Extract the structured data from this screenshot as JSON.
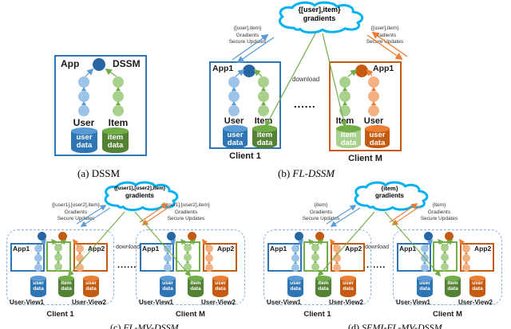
{
  "palette": {
    "blue_border": "#2E75B6",
    "blue_light": "#9DC3E6",
    "blue_junction": "#2666A5",
    "green_border": "#70AD47",
    "green_light": "#A9D18E",
    "green_dark": "#548235",
    "orange_border": "#C55A11",
    "orange_light": "#F4B183",
    "cloud_stroke": "#00B0F0",
    "arrow_blue": "#5B9BD5",
    "arrow_orange": "#ED7D31",
    "arrow_green": "#70AD47",
    "dashed_border": "#8FAADC"
  },
  "panel_a": {
    "caption_prefix": "(a)",
    "caption_name": "DSSM",
    "app": "App",
    "model": "DSSM",
    "left_label": "User",
    "right_label": "Item",
    "left_data": "user data",
    "right_data": "item data"
  },
  "panel_b": {
    "caption_prefix": "(b)",
    "caption_name": "FL-DSSM",
    "cloud": {
      "line1": "{[user],item}",
      "line2": "gradients"
    },
    "left_link": [
      "{[user],item}",
      "Gradients",
      "Secure Updates"
    ],
    "right_link": [
      "{[user],item}",
      "Gradients",
      "Secure Updates"
    ],
    "download": "download",
    "dots": "......",
    "client1": {
      "app": "App1",
      "left_label": "User",
      "right_label": "Item",
      "left_data": "user data",
      "right_data": "item data",
      "caption": "Client 1"
    },
    "clientM": {
      "app": "App1",
      "left_label": "Item",
      "right_label": "User",
      "left_data": "item data",
      "right_data": "user data",
      "caption": "Client M"
    }
  },
  "panel_c": {
    "caption_prefix": "(c)",
    "caption_name": "FL-MV-DSSM",
    "cloud": {
      "line1": "{[user1],[user2],item}",
      "line2": "gradients"
    },
    "left_link": [
      "{[user1],[user2],item}",
      "Gradients",
      "Secure Updates"
    ],
    "right_link": [
      "{[user1],[user2],item}",
      "Gradients",
      "Secure Updates"
    ],
    "download": "download",
    "dots": "......",
    "client1": {
      "app1": "App1",
      "app2": "App2",
      "data1": "user data",
      "data2": "item data",
      "data3": "user data",
      "view1": "User-View1",
      "view2": "User-View2",
      "caption": "Client 1"
    },
    "clientM": {
      "app1": "App1",
      "app2": "App2",
      "data1": "user data",
      "data2": "item data",
      "data3": "user data",
      "view1": "User-View1",
      "view2": "User-View2",
      "caption": "Client M"
    }
  },
  "panel_d": {
    "caption_prefix": "(d)",
    "caption_name": "SEMI-FL-MV-DSSM",
    "cloud": {
      "line1": "{item}",
      "line2": "gradients"
    },
    "left_link": [
      "{item}",
      "Gradients",
      "Secure Updates"
    ],
    "right_link": [
      "{item}",
      "Gradients",
      "Secure Updates"
    ],
    "download": "download",
    "dots": "......",
    "client1": {
      "app1": "App1",
      "app2": "App2",
      "data1": "user data",
      "data2": "item data",
      "data3": "user data",
      "view1": "User-View1",
      "view2": "User-View2",
      "caption": "Client 1"
    },
    "clientM": {
      "app1": "App1",
      "app2": "App2",
      "data1": "user data",
      "data2": "item data",
      "data3": "user data",
      "view1": "User-View1",
      "view2": "User-View2",
      "caption": "Client M"
    }
  }
}
